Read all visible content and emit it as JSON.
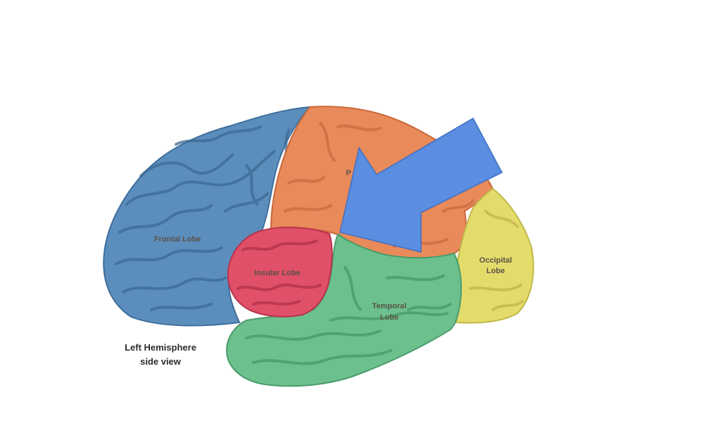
{
  "lobes": {
    "frontal": {
      "label": "Frontal Lobe",
      "color": "#5b8ebc"
    },
    "parietal": {
      "label": "P",
      "color": "#e98a5a"
    },
    "occipital": {
      "label_line1": "Occipital",
      "label_line2": "Lobe",
      "color": "#e4dc6a"
    },
    "temporal": {
      "label_line1": "Temporal",
      "label_line2": "Lobe",
      "color": "#6cc08e"
    },
    "insular": {
      "label": "Insular Lobe",
      "color": "#e05068"
    }
  },
  "caption": {
    "line1": "Left Hemisphere",
    "line2": "side view"
  },
  "arrow": {
    "color": "#5b8ee0",
    "direction": "down-left"
  }
}
